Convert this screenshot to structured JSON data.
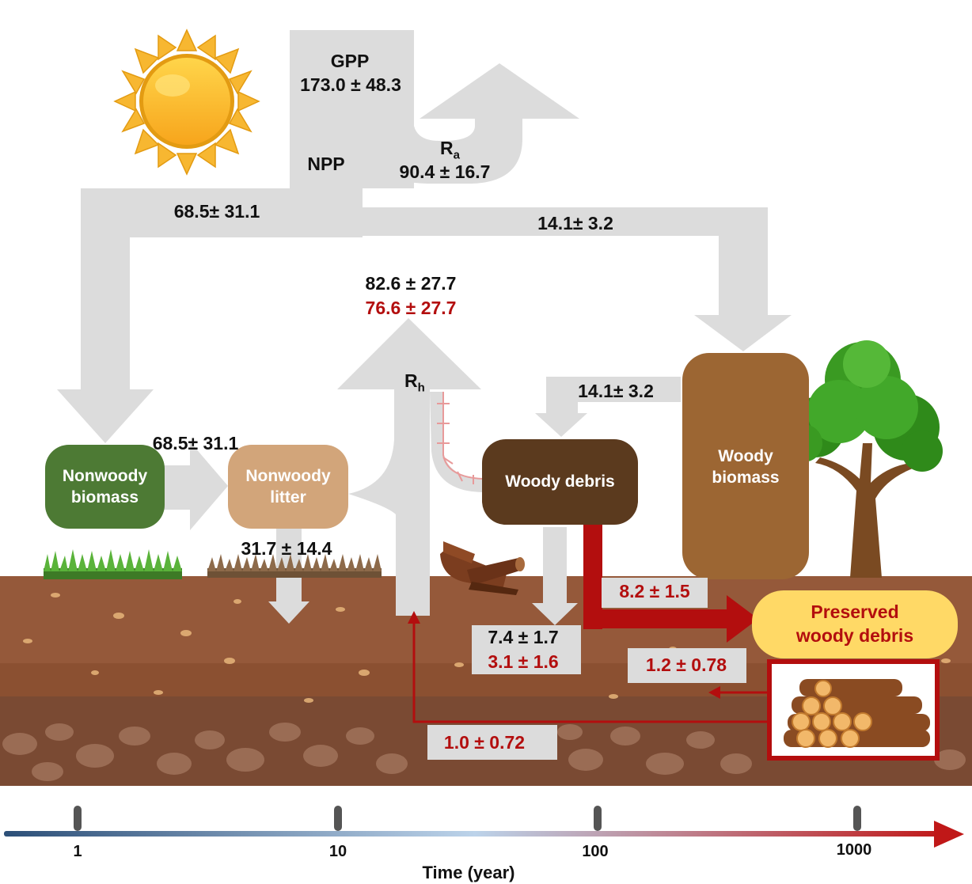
{
  "fluxes": {
    "gpp_label": "GPP",
    "gpp_value": "173.0 ± 48.3",
    "ra_label": "R",
    "ra_sub": "a",
    "ra_value": "90.4 ± 16.7",
    "npp_label": "NPP",
    "npp_nonwoody": "68.5± 31.1",
    "npp_woody": "14.1± 3.2",
    "rh_label": "R",
    "rh_sub": "h",
    "rh_value_black": "82.6 ± 27.7",
    "rh_value_red": "76.6 ± 27.7",
    "nonwoody_to_litter": "68.5± 31.1",
    "woody_to_debris": "14.1± 3.2",
    "litter_to_soil": "31.7 ± 14.4",
    "debris_to_soil_black": "7.4 ± 1.7",
    "debris_to_soil_red": "3.1 ± 1.6",
    "debris_to_preserved": "8.2 ± 1.5",
    "preserved_loss": "1.2 ± 0.78",
    "preserved_to_rh": "1.0 ± 0.72"
  },
  "pools": {
    "nonwoody_biomass": "Nonwoody biomass",
    "nonwoody_litter": "Nonwoody litter",
    "woody_debris": "Woody debris",
    "woody_biomass": "Woody biomass",
    "preserved_woody_debris": "Preserved woody debris"
  },
  "timeline": {
    "ticks": [
      "1",
      "10",
      "100",
      "1000"
    ],
    "axis_label": "Time (year)"
  },
  "colors": {
    "flux_arrow": "#dcdcdc",
    "highlight_red": "#b30e0e",
    "nonwoody_biomass": "#4d7a34",
    "nonwoody_litter": "#d2a57a",
    "woody_debris": "#5b3a1e",
    "woody_biomass": "#9c6633",
    "preserved": "#ffd966",
    "soil": "#8a5030",
    "timeline_start": "#2c4f78",
    "timeline_mid": "#bcd3ea",
    "timeline_end": "#c01818"
  },
  "icons": [
    "sun-icon",
    "tree-icon",
    "grass-icon",
    "dry-grass-icon",
    "fallen-log-icon",
    "log-pile-icon"
  ]
}
